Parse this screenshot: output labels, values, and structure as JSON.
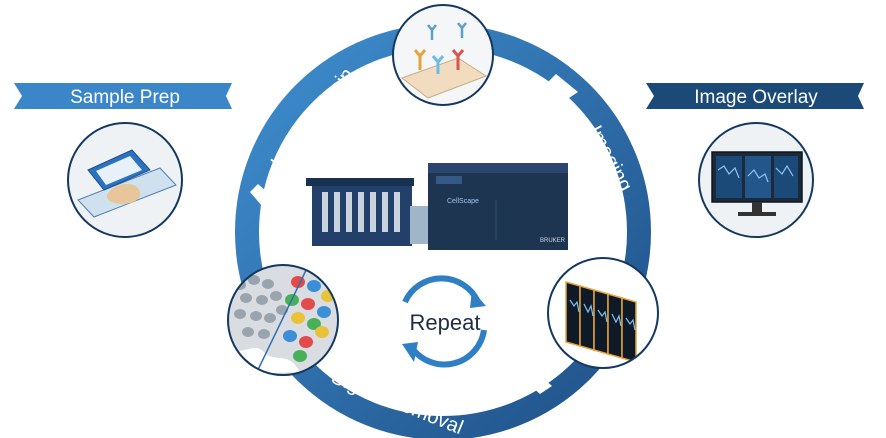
{
  "banners": {
    "sample_prep": "Sample Prep",
    "image_overlay": "Image Overlay"
  },
  "cycle": {
    "immuno_stain": "Immuno-stain",
    "imaging": "Imaging",
    "signal_removal": "Signal Removal",
    "repeat": "Repeat"
  },
  "instrument": {
    "brand_label": "CellScape",
    "maker_label": "BRUKER"
  },
  "colors": {
    "ring_dark": "#1f4f86",
    "ring_light": "#3f8fd0",
    "banner_light": "#3a86c8",
    "banner_dark": "#1c4a78",
    "instrument": "#1e3552",
    "circle_border": "#14385f"
  }
}
